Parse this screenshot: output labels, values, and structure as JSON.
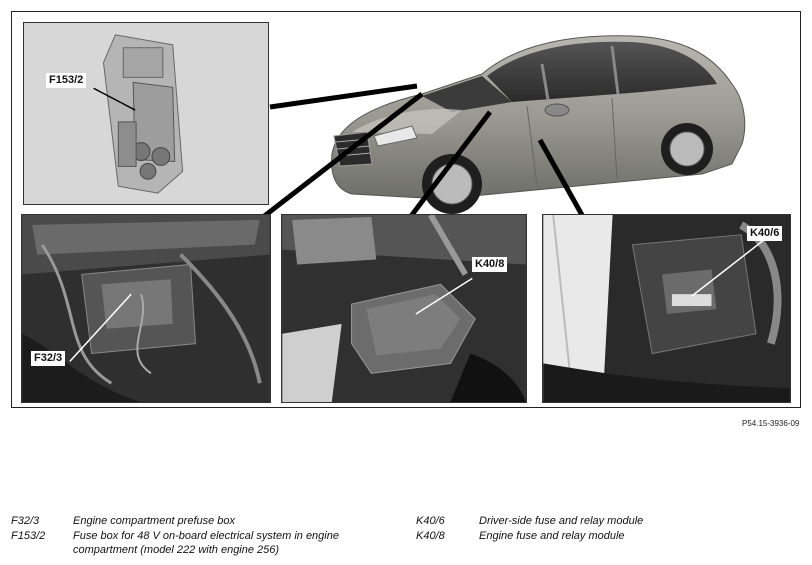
{
  "callouts": {
    "f153_2": "F153/2",
    "f32_3": "F32/3",
    "k40_8": "K40/8",
    "k40_6": "K40/6"
  },
  "figure_code": "P54.15-3936-09",
  "legend": {
    "left": [
      {
        "code": "F32/3",
        "desc": "Engine compartment prefuse box"
      },
      {
        "code": "F153/2",
        "desc": "Fuse box for 48 V on-board electrical system in engine",
        "desc2": "compartment (model 222 with engine 256)"
      }
    ],
    "right": [
      {
        "code": "K40/6",
        "desc": "Driver-side fuse and relay module"
      },
      {
        "code": "K40/8",
        "desc": "Engine fuse and relay module"
      }
    ]
  }
}
